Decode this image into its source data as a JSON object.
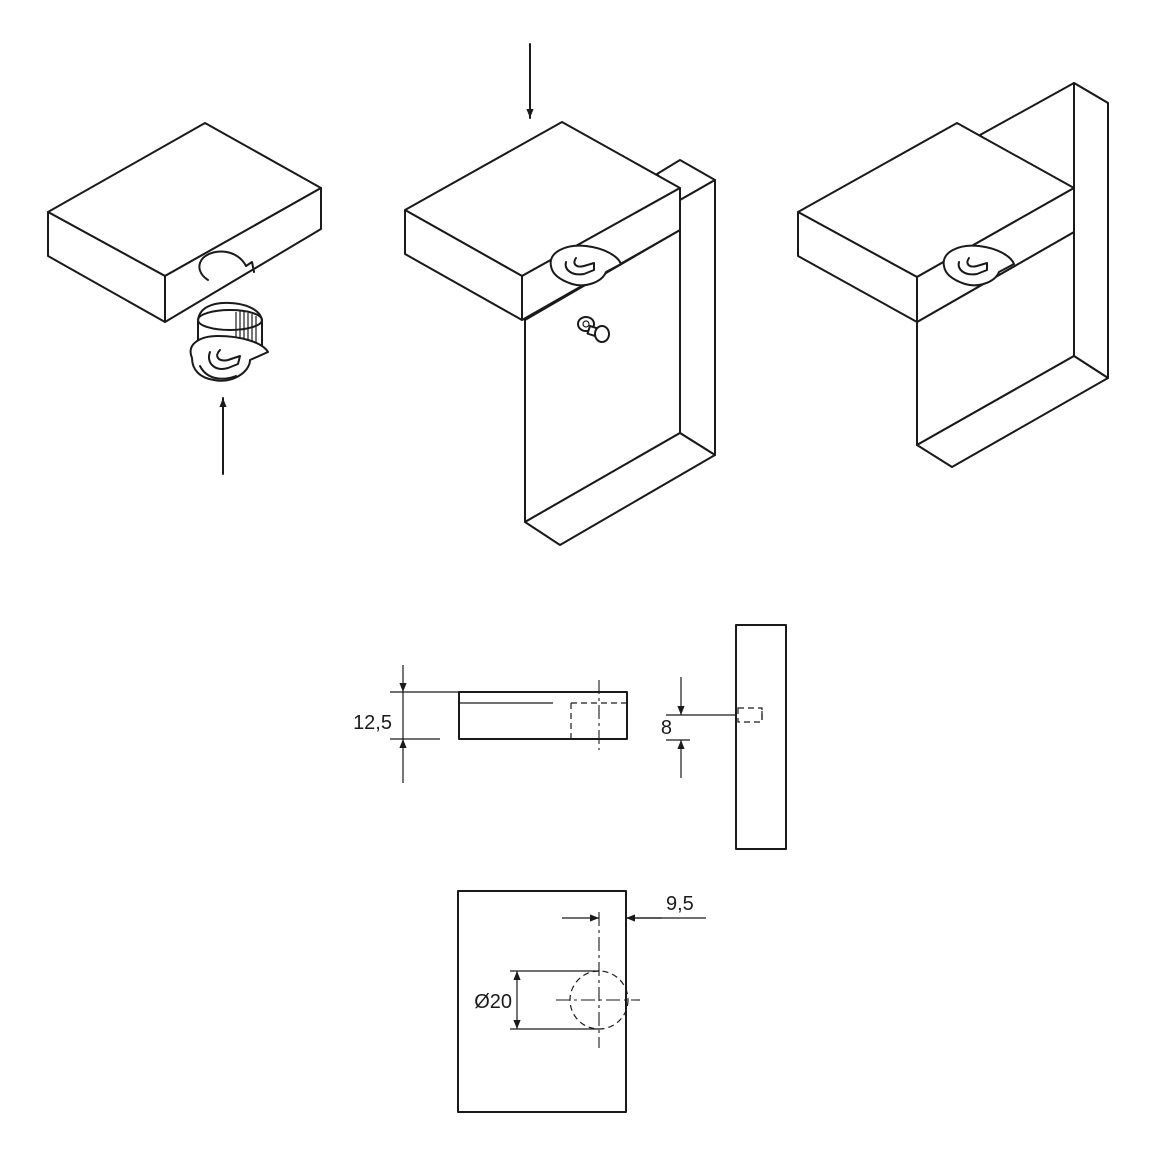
{
  "dimensions": {
    "panel_thickness": "12,5",
    "dowel_height": "8",
    "edge_offset": "9,5",
    "bore_diameter": "Ø20"
  },
  "colors": {
    "line": "#1a1a1a",
    "background": "#ffffff"
  },
  "icons": [
    "arrow-down-icon",
    "arrow-up-icon",
    "cam-connector-icon",
    "dowel-pin-icon"
  ]
}
